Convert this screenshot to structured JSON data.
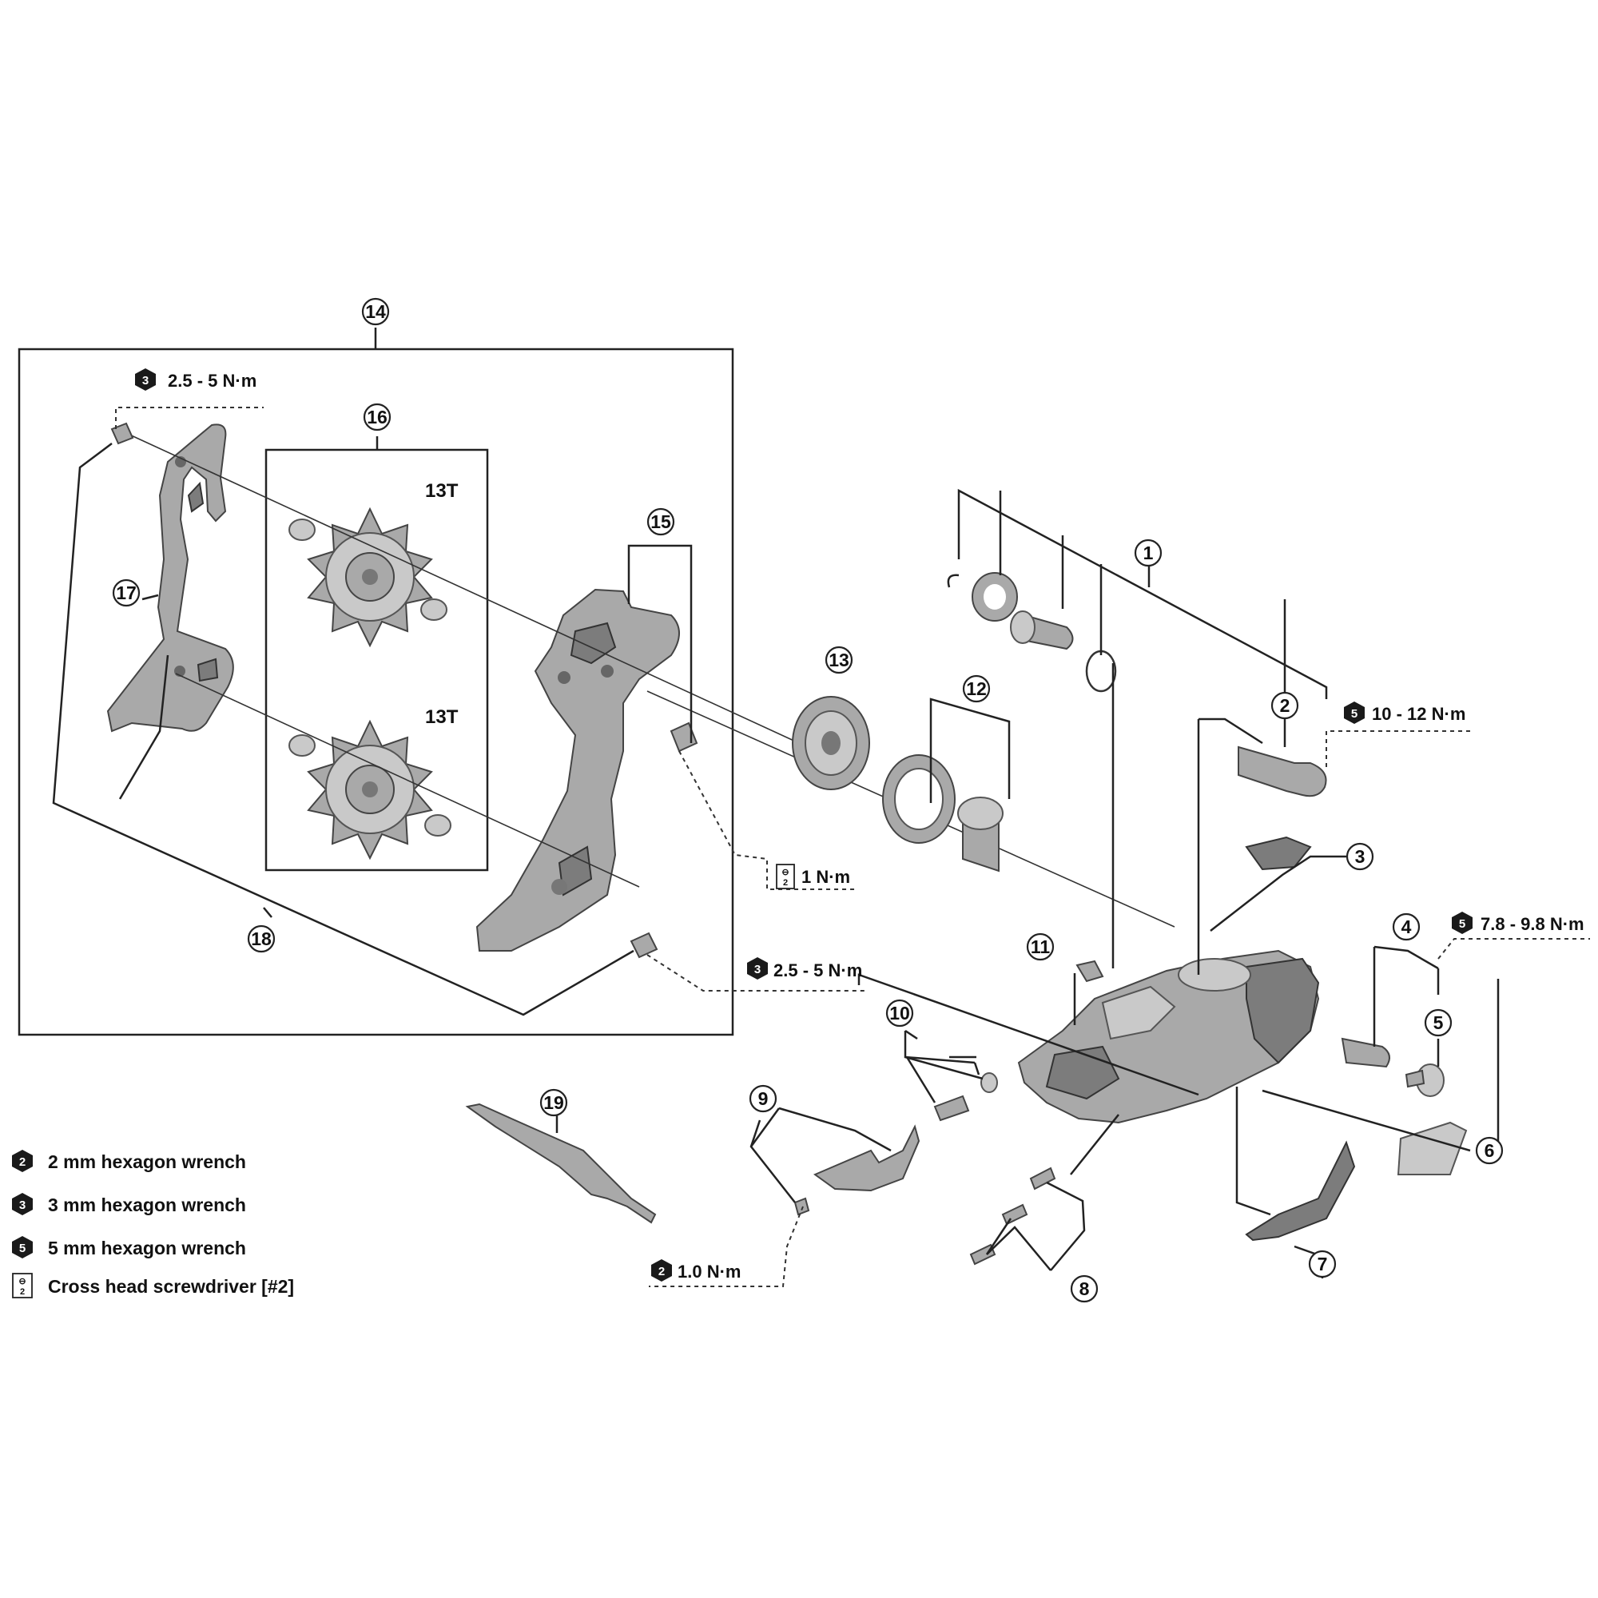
{
  "callouts": {
    "c1": "1",
    "c2": "2",
    "c3": "3",
    "c4": "4",
    "c5": "5",
    "c6": "6",
    "c7": "7",
    "c8": "8",
    "c9": "9",
    "c10": "10",
    "c11": "11",
    "c12": "12",
    "c13": "13",
    "c14": "14",
    "c15": "15",
    "c16": "16",
    "c17": "17",
    "c18": "18",
    "c19": "19"
  },
  "pulley_teeth": {
    "upper": "13T",
    "lower": "13T"
  },
  "torques": {
    "fixing_bolt_top": {
      "tool": "3",
      "value": "2.5 - 5 N·m"
    },
    "fixing_bolt_bottom": {
      "tool": "3",
      "value": "2.5 - 5 N·m"
    },
    "cage_screw": {
      "tool": "cross",
      "value": "1 N·m"
    },
    "mounting_bolt": {
      "tool": "5",
      "value": "10 - 12 N·m"
    },
    "end_adjust_bolt": {
      "tool": "5",
      "value": "7.8 - 9.8 N·m"
    },
    "cable_fixing": {
      "tool": "2",
      "value": "1.0 N·m"
    }
  },
  "legend": [
    {
      "icon": "2",
      "text": "2 mm hexagon wrench"
    },
    {
      "icon": "3",
      "text": "3 mm hexagon wrench"
    },
    {
      "icon": "5",
      "text": "5 mm hexagon wrench"
    },
    {
      "icon": "cross",
      "text": "Cross head screwdriver [#2]"
    }
  ]
}
